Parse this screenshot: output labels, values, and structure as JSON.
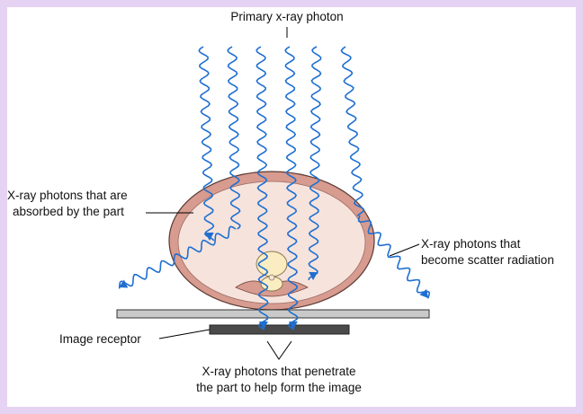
{
  "diagram": {
    "labels": {
      "primary_photon": "Primary x-ray photon",
      "absorbed_line1": "X-ray photons that are",
      "absorbed_line2": "absorbed by the part",
      "scatter_line1": "X-ray photons that",
      "scatter_line2": "become scatter radiation",
      "image_receptor": "Image receptor",
      "penetrate_line1": "X-ray photons that penetrate",
      "penetrate_line2": "the part to help form the image"
    },
    "colors": {
      "page_border": "#e6d3f3",
      "photon": "#1f6fd0",
      "body_outer": "#d79b8f",
      "body_inner": "#f6e3dc",
      "spine": "#fbedc2",
      "table": "#c9c9c9",
      "receptor": "#4a4a4a"
    }
  }
}
